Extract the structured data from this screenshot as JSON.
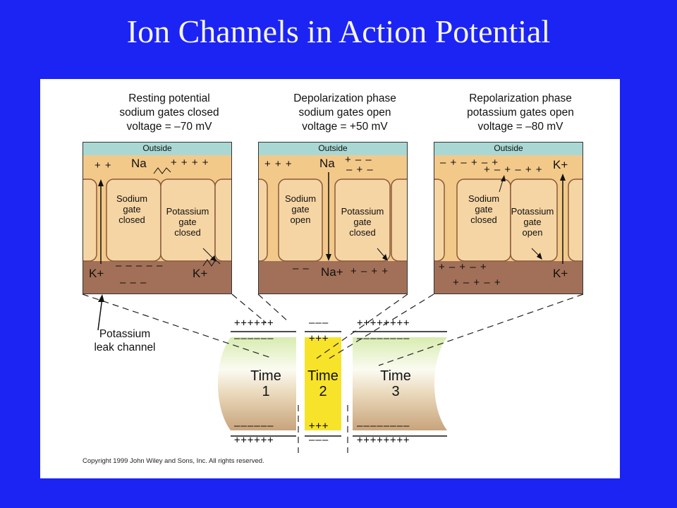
{
  "title": "Ion Channels in Action Potential",
  "panels": [
    {
      "caption": [
        "Resting potential",
        "sodium gates closed",
        "voltage = –70 mV"
      ],
      "outside": "Outside",
      "sodium_label": [
        "Sodium",
        "gate",
        "closed"
      ],
      "potassium_label": [
        "Potassium",
        "gate",
        "closed"
      ],
      "top_charges_left": "+ +",
      "top_charges_right": "+ + + +",
      "top_ion": "Na",
      "bottom_charges": "– – – – –",
      "bottom_charges2": "–   –   –",
      "bottom_ion_left": "K+",
      "bottom_ion_right": "K+"
    },
    {
      "caption": [
        "Depolarization phase",
        "sodium gates open",
        "voltage = +50 mV"
      ],
      "outside": "Outside",
      "sodium_label": [
        "Sodium",
        "gate",
        "open"
      ],
      "potassium_label": [
        "Potassium",
        "gate",
        "closed"
      ],
      "top_charges_left": "+ + +",
      "top_charges_right": "+ – –",
      "top_charges_right2": "– + –",
      "top_ion": "Na",
      "bottom_charges": "– –",
      "bottom_charges2": "+ – + +",
      "bottom_ion": "Na+"
    },
    {
      "caption": [
        "Repolarization phase",
        "potassium gates open",
        "voltage = –80 mV"
      ],
      "outside": "Outside",
      "sodium_label": [
        "Sodium",
        "gate",
        "closed"
      ],
      "potassium_label": [
        "Potassium",
        "gate",
        "open"
      ],
      "top_charges_left": "– + – + – +",
      "top_charges_right": "+ – + – + +",
      "top_ion": "K+",
      "bottom_charges": "+ – + – +",
      "bottom_charges2": "+ – + – +",
      "bottom_ion": "K+"
    }
  ],
  "leak_label": [
    "Potassium",
    "leak channel"
  ],
  "segments": [
    {
      "line1": "Time",
      "line2": "1",
      "top_signs": "++++++",
      "top_inner": "––––––",
      "bottom_inner": "––––––",
      "bottom_signs": "++++++"
    },
    {
      "line1": "Time",
      "line2": "2",
      "top_signs": "–––",
      "top_inner": "+++",
      "bottom_inner": "+++",
      "bottom_signs": "–––"
    },
    {
      "line1": "Time",
      "line2": "3",
      "top_signs": "++++++++",
      "top_inner": "––––––––",
      "bottom_inner": "––––––––",
      "bottom_signs": "++++++++"
    }
  ],
  "copyright": "Copyright 1999 John Wiley and Sons, Inc. All rights reserved.",
  "colors": {
    "background": "#1c24f4",
    "outside_band": "#a9d8d4",
    "extracellular": "#f3c98a",
    "gate": "#f6d5a4",
    "cytoplasm": "#a27058",
    "time2_fill": "#f7e32a"
  }
}
